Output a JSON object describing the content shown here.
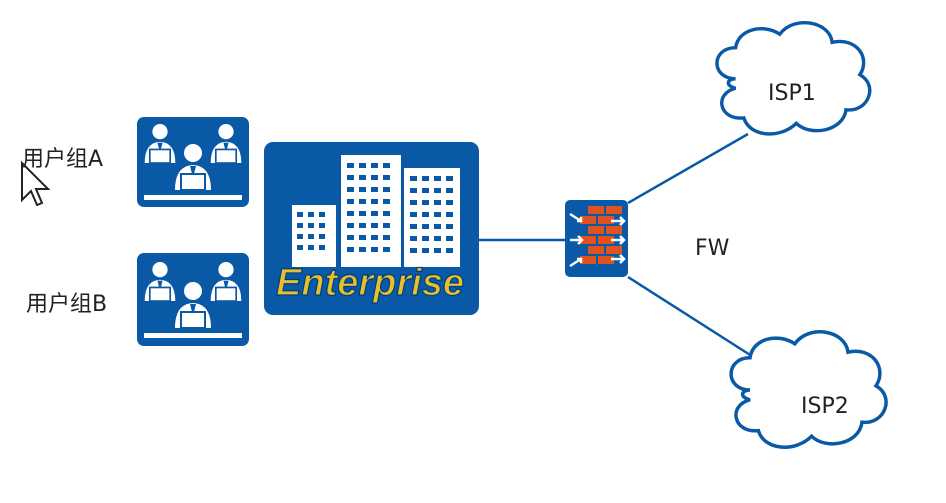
{
  "nodes": {
    "group_a": {
      "label": "用户组A"
    },
    "group_b": {
      "label": "用户组B"
    },
    "enterprise": {
      "label": "Enterprise"
    },
    "firewall": {
      "label": "FW"
    },
    "isp1": {
      "label": "ISP1"
    },
    "isp2": {
      "label": "ISP2"
    }
  },
  "colors": {
    "blue": "#0a59a6",
    "dark_blue": "#003f7f",
    "brick": "#e0521f",
    "enterprise_text": "#e7bf2a",
    "line": "#0a59a6",
    "cloud_stroke": "#0a59a6"
  },
  "icons": {
    "group_a": "user-group-icon",
    "group_b": "user-group-icon",
    "enterprise": "office-buildings-icon",
    "firewall": "firewall-icon",
    "isp1": "cloud-icon",
    "isp2": "cloud-icon",
    "cursor": "mouse-pointer-icon"
  }
}
